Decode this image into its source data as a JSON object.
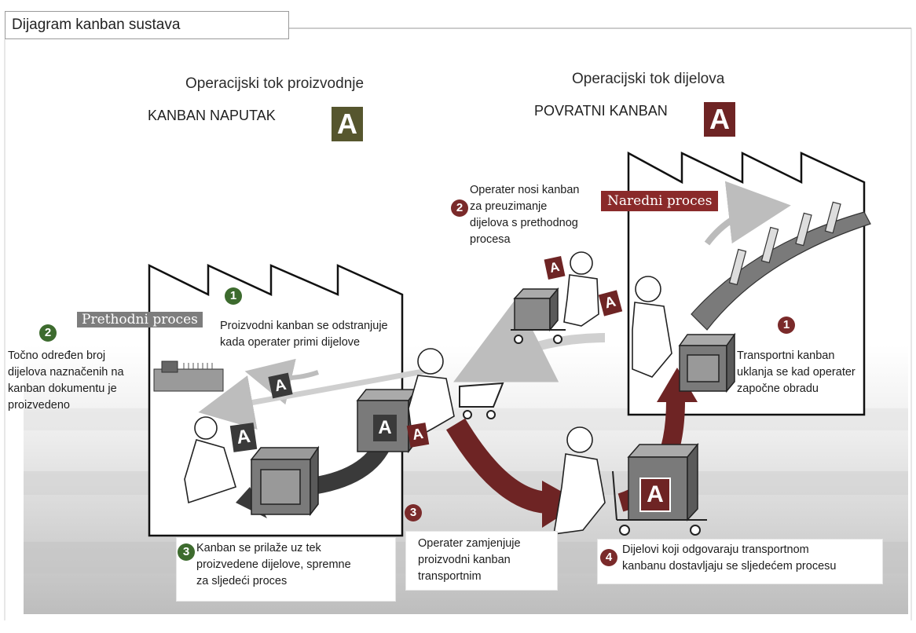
{
  "tab_title": "Dijagram kanban sustava",
  "left": {
    "heading": "Operacijski tok proizvodnje",
    "kanban_label": "KANBAN NAPUTAK",
    "kanban_letter": "A",
    "badge": "Prethodni proces"
  },
  "right": {
    "heading": "Operacijski tok dijelova",
    "kanban_label": "POVRATNI KANBAN",
    "kanban_letter": "A",
    "badge": "Naredni proces"
  },
  "steps_left": [
    {
      "num": "1",
      "text": "Proizvodni kanban se odstranjuje\nkada operater primi dijelove"
    },
    {
      "num": "2",
      "text": "Točno određen broj\ndijelova naznačenih na\nkanban dokumentu je\nproizvedeno"
    },
    {
      "num": "3",
      "text": "Kanban se prilaže uz tek\nproizvedene dijelove, spremne\nza sljedeći proces"
    }
  ],
  "steps_right": [
    {
      "num": "1",
      "text": "Transportni kanban\nuklanja se kad operater\nzapočne obradu"
    },
    {
      "num": "2",
      "text": "Operater nosi kanban\nza preuzimanje\ndijelova s prethodnog\nprocesa"
    },
    {
      "num": "3",
      "text": "Operater zamjenjuje\nproizvodni kanban\ntransportnim"
    },
    {
      "num": "4",
      "text": "Dijelovi koji odgovaraju transportnom\nkanbanu dostavljaju se sljedećem procesu"
    }
  ],
  "card_letter": "A",
  "colors": {
    "green_dark": "#56562e",
    "red_dark": "#6e2424",
    "green_num": "#3d6b2e",
    "red_num": "#7a2a2a",
    "badge_grey": "#7d7d7d",
    "badge_red": "#8a2a2a"
  }
}
